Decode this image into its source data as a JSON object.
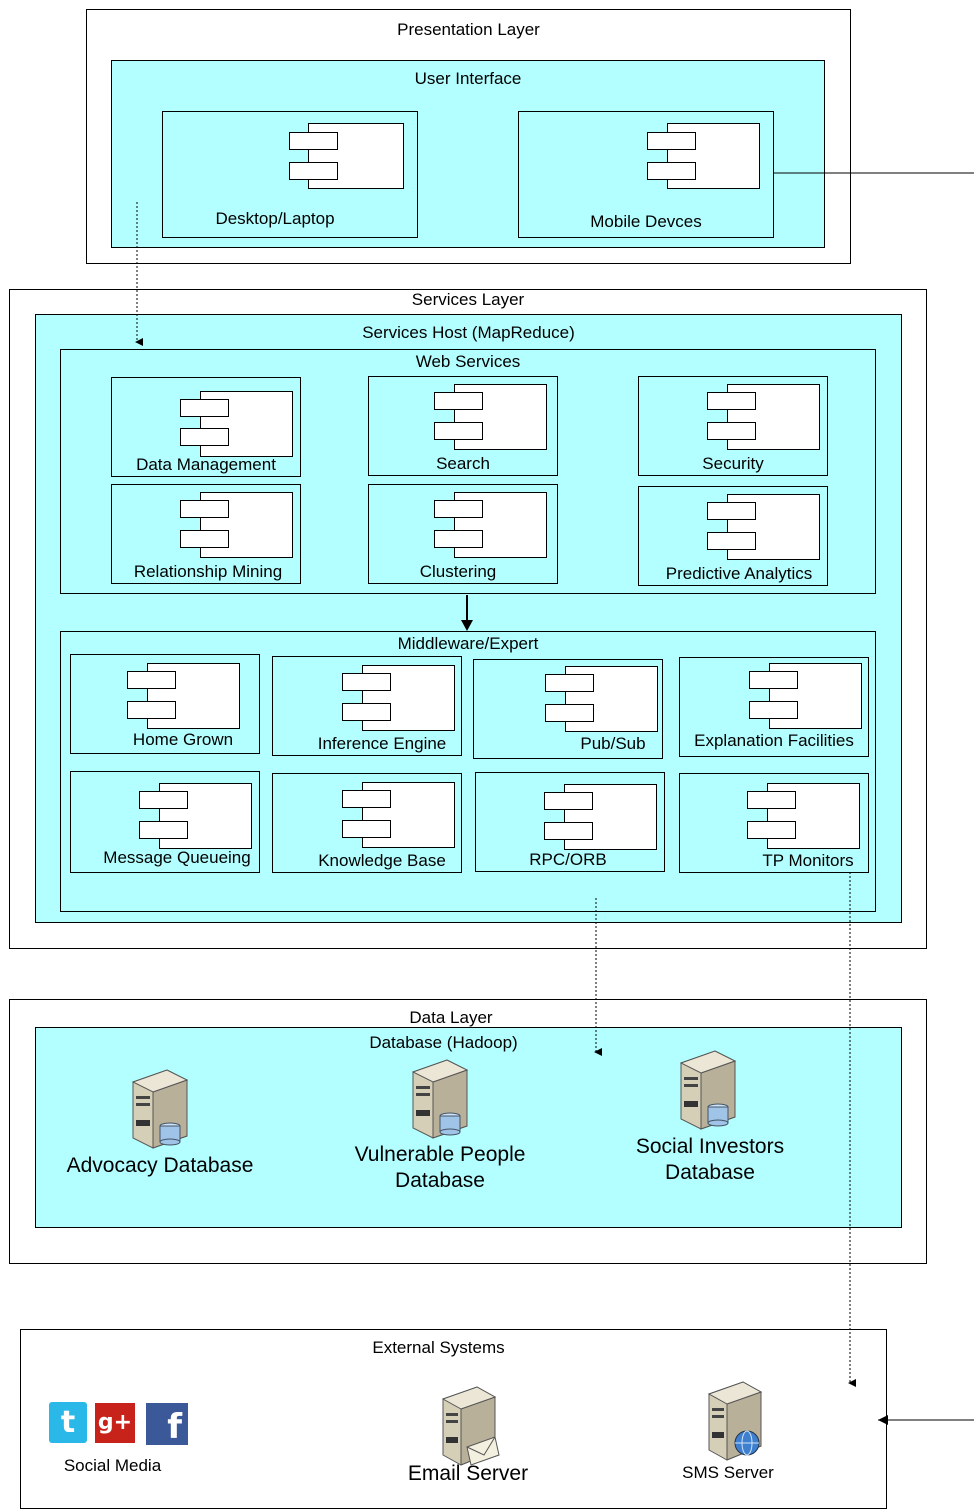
{
  "presentation": {
    "title": "Presentation Layer",
    "ui_title": "User Interface",
    "components": [
      "Desktop/Laptop",
      "Mobile Devces"
    ]
  },
  "services": {
    "title": "Services Layer",
    "host_title": "Services Host (MapReduce)",
    "web_title": "Web Services",
    "web_components": [
      "Data Management",
      "Search",
      "Security",
      "Relationship Mining",
      "Clustering",
      "Predictive Analytics"
    ],
    "middleware_title": "Middleware/Expert",
    "middleware_components": [
      "Home Grown",
      "Inference Engine",
      "Pub/Sub",
      "Explanation Facilities",
      "Message Queueing",
      "Knowledge Base",
      "RPC/ORB",
      "TP Monitors"
    ]
  },
  "data": {
    "title": "Data Layer",
    "db_title": "Database (Hadoop)",
    "databases": [
      {
        "line1": "Advocacy Database",
        "line2": ""
      },
      {
        "line1": "Vulnerable People",
        "line2": "Database"
      },
      {
        "line1": "Social Investors",
        "line2": "Database"
      }
    ]
  },
  "external": {
    "title": "External Systems",
    "social_label": "Social Media",
    "social_icons": [
      "twitter-icon",
      "google-plus-icon",
      "facebook-icon"
    ],
    "social_glyphs": [
      "t",
      "g+",
      "f"
    ],
    "email_label": "Email Server",
    "sms_label": "SMS Server"
  },
  "colors": {
    "container_fill": "#b3ffff",
    "line": "#000000"
  }
}
